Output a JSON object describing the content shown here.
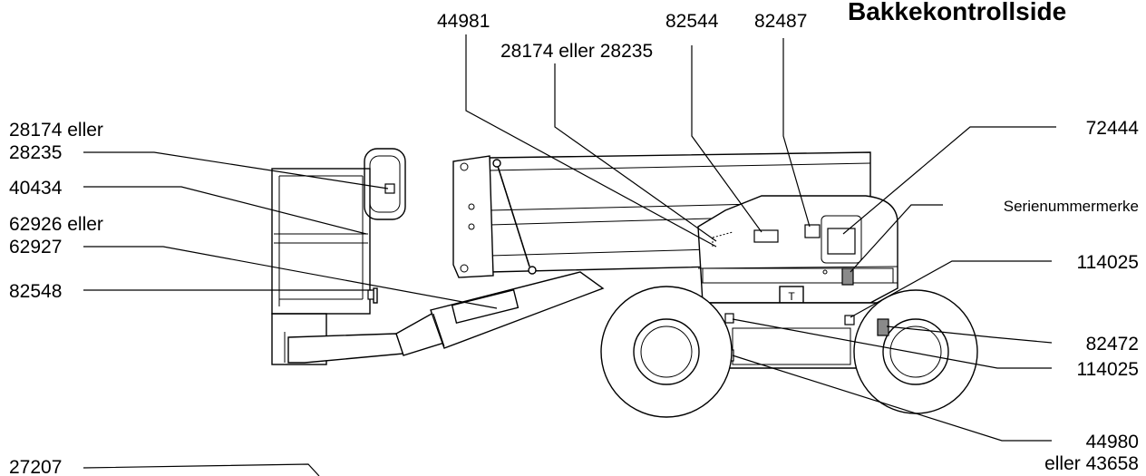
{
  "title": "Bakkekontrollside",
  "labels": {
    "l44981": "44981",
    "l82544": "82544",
    "l82487": "82487",
    "l28174_top": "28174 eller 28235",
    "l28174_left_1": "28174 eller",
    "l28174_left_2": "28235",
    "l40434": "40434",
    "l62926_1": "62926 eller",
    "l62926_2": "62927",
    "l82548": "82548",
    "l27207": "27207",
    "l72444": "72444",
    "l_serial": "Serienummermerke",
    "l114025_top": "114025",
    "l82472": "82472",
    "l114025_bottom": "114025",
    "l44980_1": "44980",
    "l44980_2": "eller 43658",
    "plate_symbol": "T"
  },
  "colors": {
    "line": "#000000",
    "background": "#ffffff",
    "decal_dark": "#8a8a8a"
  }
}
